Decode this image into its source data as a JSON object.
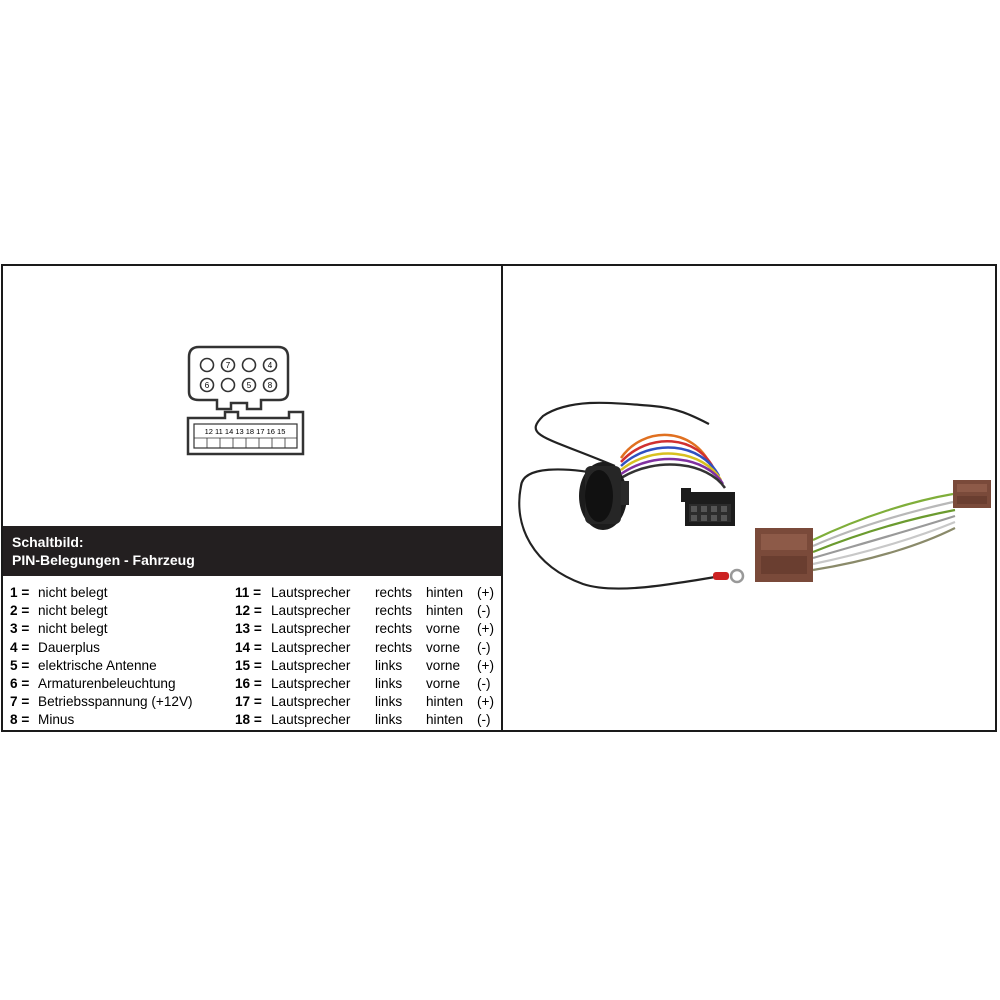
{
  "connector": {
    "upper_pins": [
      "7",
      "4"
    ],
    "lower_pins": [
      "6",
      "5",
      "8"
    ],
    "lower_row_label": "12 11 14 13 18 17 16 15"
  },
  "heading": {
    "title": "Schaltbild:",
    "subtitle": "PIN-Belegungen - Fahrzeug"
  },
  "pins_left": [
    {
      "num": "1 =",
      "desc": "nicht belegt"
    },
    {
      "num": "2 =",
      "desc": "nicht belegt"
    },
    {
      "num": "3 =",
      "desc": "nicht belegt"
    },
    {
      "num": "4 =",
      "desc": "Dauerplus"
    },
    {
      "num": "5 =",
      "desc": "elektrische Antenne"
    },
    {
      "num": "6 =",
      "desc": "Armaturenbeleuchtung"
    },
    {
      "num": "7 =",
      "desc": "Betriebsspannung (+12V)"
    },
    {
      "num": "8 =",
      "desc": "Minus"
    }
  ],
  "pins_right": [
    {
      "num": "11 =",
      "desc": "Lautsprecher",
      "side": "rechts",
      "pos": "hinten",
      "pol": "(+)"
    },
    {
      "num": "12 =",
      "desc": "Lautsprecher",
      "side": "rechts",
      "pos": "hinten",
      "pol": "(-)"
    },
    {
      "num": "13 =",
      "desc": "Lautsprecher",
      "side": "rechts",
      "pos": "vorne",
      "pol": "(+)"
    },
    {
      "num": "14 =",
      "desc": "Lautsprecher",
      "side": "rechts",
      "pos": "vorne",
      "pol": "(-)"
    },
    {
      "num": "15 =",
      "desc": "Lautsprecher",
      "side": "links",
      "pos": "vorne",
      "pol": "(+)"
    },
    {
      "num": "16 =",
      "desc": "Lautsprecher",
      "side": "links",
      "pos": "vorne",
      "pol": "(-)"
    },
    {
      "num": "17 =",
      "desc": "Lautsprecher",
      "side": "links",
      "pos": "hinten",
      "pol": "(+)"
    },
    {
      "num": "18 =",
      "desc": "Lautsprecher",
      "side": "links",
      "pos": "hinten",
      "pol": "(-)"
    }
  ],
  "colors": {
    "frame": "#1a1a1a",
    "heading_bg": "#231f20",
    "plug_brown": "#7a4a3a",
    "plug_black": "#1c1c1c"
  }
}
